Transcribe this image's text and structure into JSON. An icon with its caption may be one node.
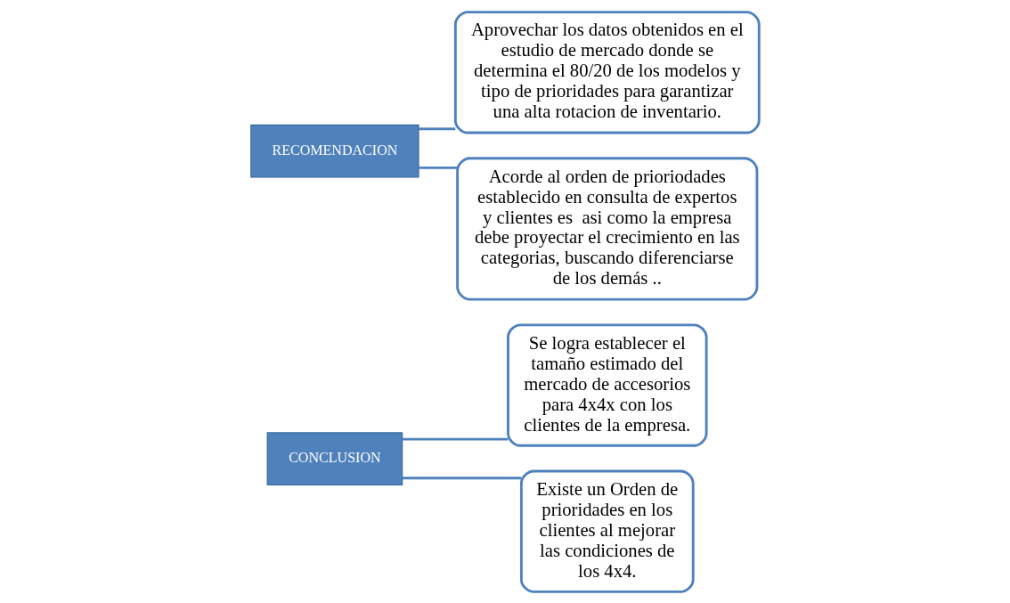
{
  "diagram": {
    "nodes": [
      {
        "text": [
          "CONCLUSION"
        ]
      },
      {
        "text": [
          "Se logra establecer el tamaño estimado del mercado de accesorios para 4x4x con los clientes de la empresa."
        ]
      },
      {
        "text": [
          "Existe un Orden de prioridades en los clientes al mejorar las condiciones de los 4x4."
        ]
      },
      {
        "text": [
          "RECOMENDACION"
        ]
      },
      {
        "text": [
          "Aprovechar los datos obtenidos en el estudio de mercado donde se determina el 80/20 de los modelos y tipo de prioridades para garantizar una alta rotacion de inventario."
        ]
      },
      {
        "text": [
          "Acorde al orden de prioriodades establecido en consulta de expertos y clientes es  asi como la empresa debe proyectar el crecimiento en las categorias, buscando diferenciarse de los demás .."
        ]
      }
    ],
    "edges": [
      {
        "from": 0,
        "to": 1,
        "arrow": "none"
      },
      {
        "from": 0,
        "to": 2,
        "arrow": "none"
      },
      {
        "from": 3,
        "to": 4,
        "arrow": "none"
      },
      {
        "from": 3,
        "to": 5,
        "arrow": "none"
      }
    ]
  }
}
